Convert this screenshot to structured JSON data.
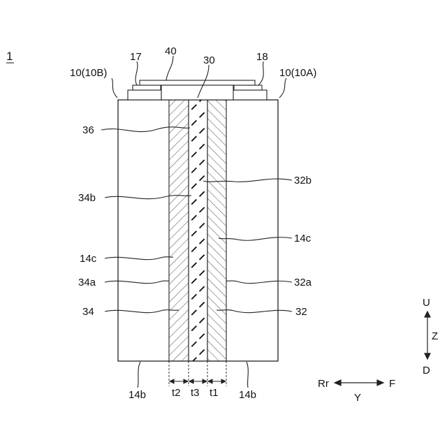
{
  "figure_number": "1",
  "labels": {
    "l40": "40",
    "l17": "17",
    "l30": "30",
    "l18": "18",
    "l10b": "10(10B)",
    "l10a": "10(10A)",
    "l36": "36",
    "l32b": "32b",
    "l34b": "34b",
    "l14c_right": "14c",
    "l14c_left": "14c",
    "l34a": "34a",
    "l32a": "32a",
    "l34": "34",
    "l32": "32",
    "l14b_left": "14b",
    "l14b_right": "14b",
    "t2": "t2",
    "t3": "t3",
    "t1": "t1"
  },
  "axes": {
    "up": "U",
    "z": "Z",
    "down": "D",
    "rear": "Rr",
    "front": "F",
    "y": "Y"
  }
}
